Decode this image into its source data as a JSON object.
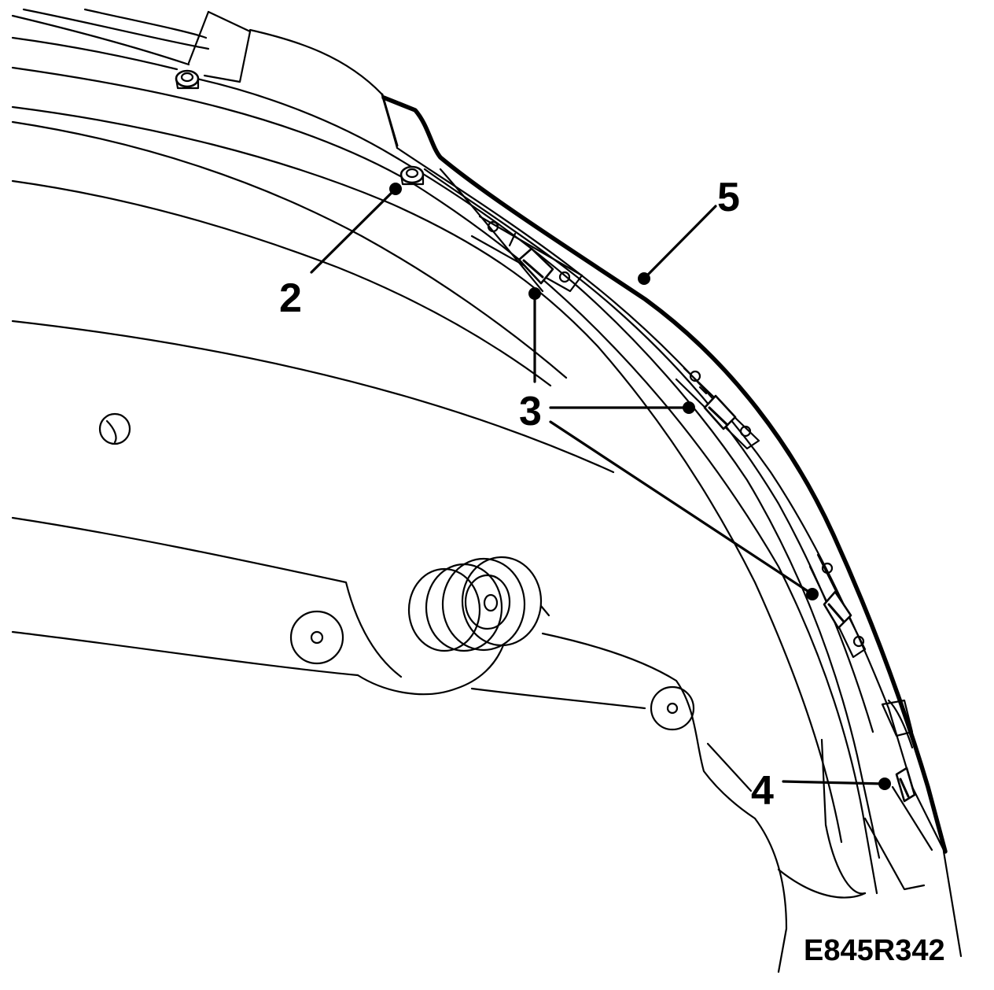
{
  "diagram": {
    "figure_reference": "E845R342",
    "callouts": [
      {
        "id": "callout-2",
        "label": "2"
      },
      {
        "id": "callout-3",
        "label": "3"
      },
      {
        "id": "callout-4",
        "label": "4"
      },
      {
        "id": "callout-5",
        "label": "5"
      }
    ]
  }
}
